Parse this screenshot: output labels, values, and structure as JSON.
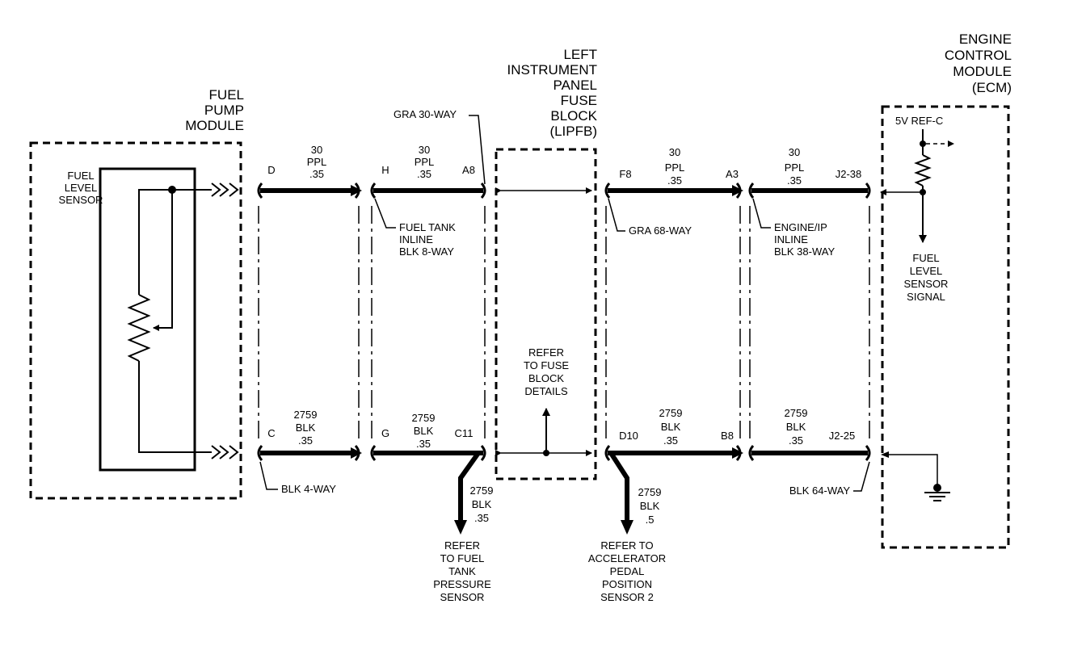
{
  "components": {
    "fuel_pump_module": [
      "FUEL",
      "PUMP",
      "MODULE"
    ],
    "fuel_level_sensor": [
      "FUEL",
      "LEVEL",
      "SENSOR"
    ],
    "lipfb": [
      "LEFT",
      "INSTRUMENT",
      "PANEL",
      "FUSE",
      "BLOCK",
      "(LIPFB)"
    ],
    "ecm": [
      "ENGINE",
      "CONTROL",
      "MODULE",
      "(ECM)"
    ],
    "ecm_ref": "5V REF-C",
    "ecm_signal": [
      "FUEL",
      "LEVEL",
      "SENSOR",
      "SIGNAL"
    ],
    "fuse_refer": [
      "REFER",
      "TO FUSE",
      "BLOCK",
      "DETAILS"
    ]
  },
  "connectors": {
    "gra30": "GRA 30-WAY",
    "fuel_tank_inline": [
      "FUEL TANK",
      "INLINE",
      "BLK 8-WAY"
    ],
    "gra68": "GRA 68-WAY",
    "engine_ip_inline": [
      "ENGINE/IP",
      "INLINE",
      "BLK 38-WAY"
    ],
    "blk4": "BLK 4-WAY",
    "blk64": "BLK 64-WAY"
  },
  "pins": {
    "top": [
      "D",
      "H",
      "A8",
      "F8",
      "A3",
      "J2-38"
    ],
    "bottom": [
      "C",
      "G",
      "C11",
      "D10",
      "B8",
      "J2-25"
    ]
  },
  "wires": {
    "signal": [
      "30",
      "PPL",
      ".35"
    ],
    "ground": [
      "2759",
      "BLK",
      ".35"
    ],
    "branch_left": [
      "2759",
      "BLK",
      ".35"
    ],
    "branch_right": [
      "2759",
      "BLK",
      ".5"
    ]
  },
  "refs": {
    "fuel_tank_pressure": [
      "REFER",
      "TO FUEL",
      "TANK",
      "PRESSURE",
      "SENSOR"
    ],
    "app_sensor": [
      "REFER TO",
      "ACCELERATOR",
      "PEDAL",
      "POSITION",
      "SENSOR 2"
    ]
  }
}
